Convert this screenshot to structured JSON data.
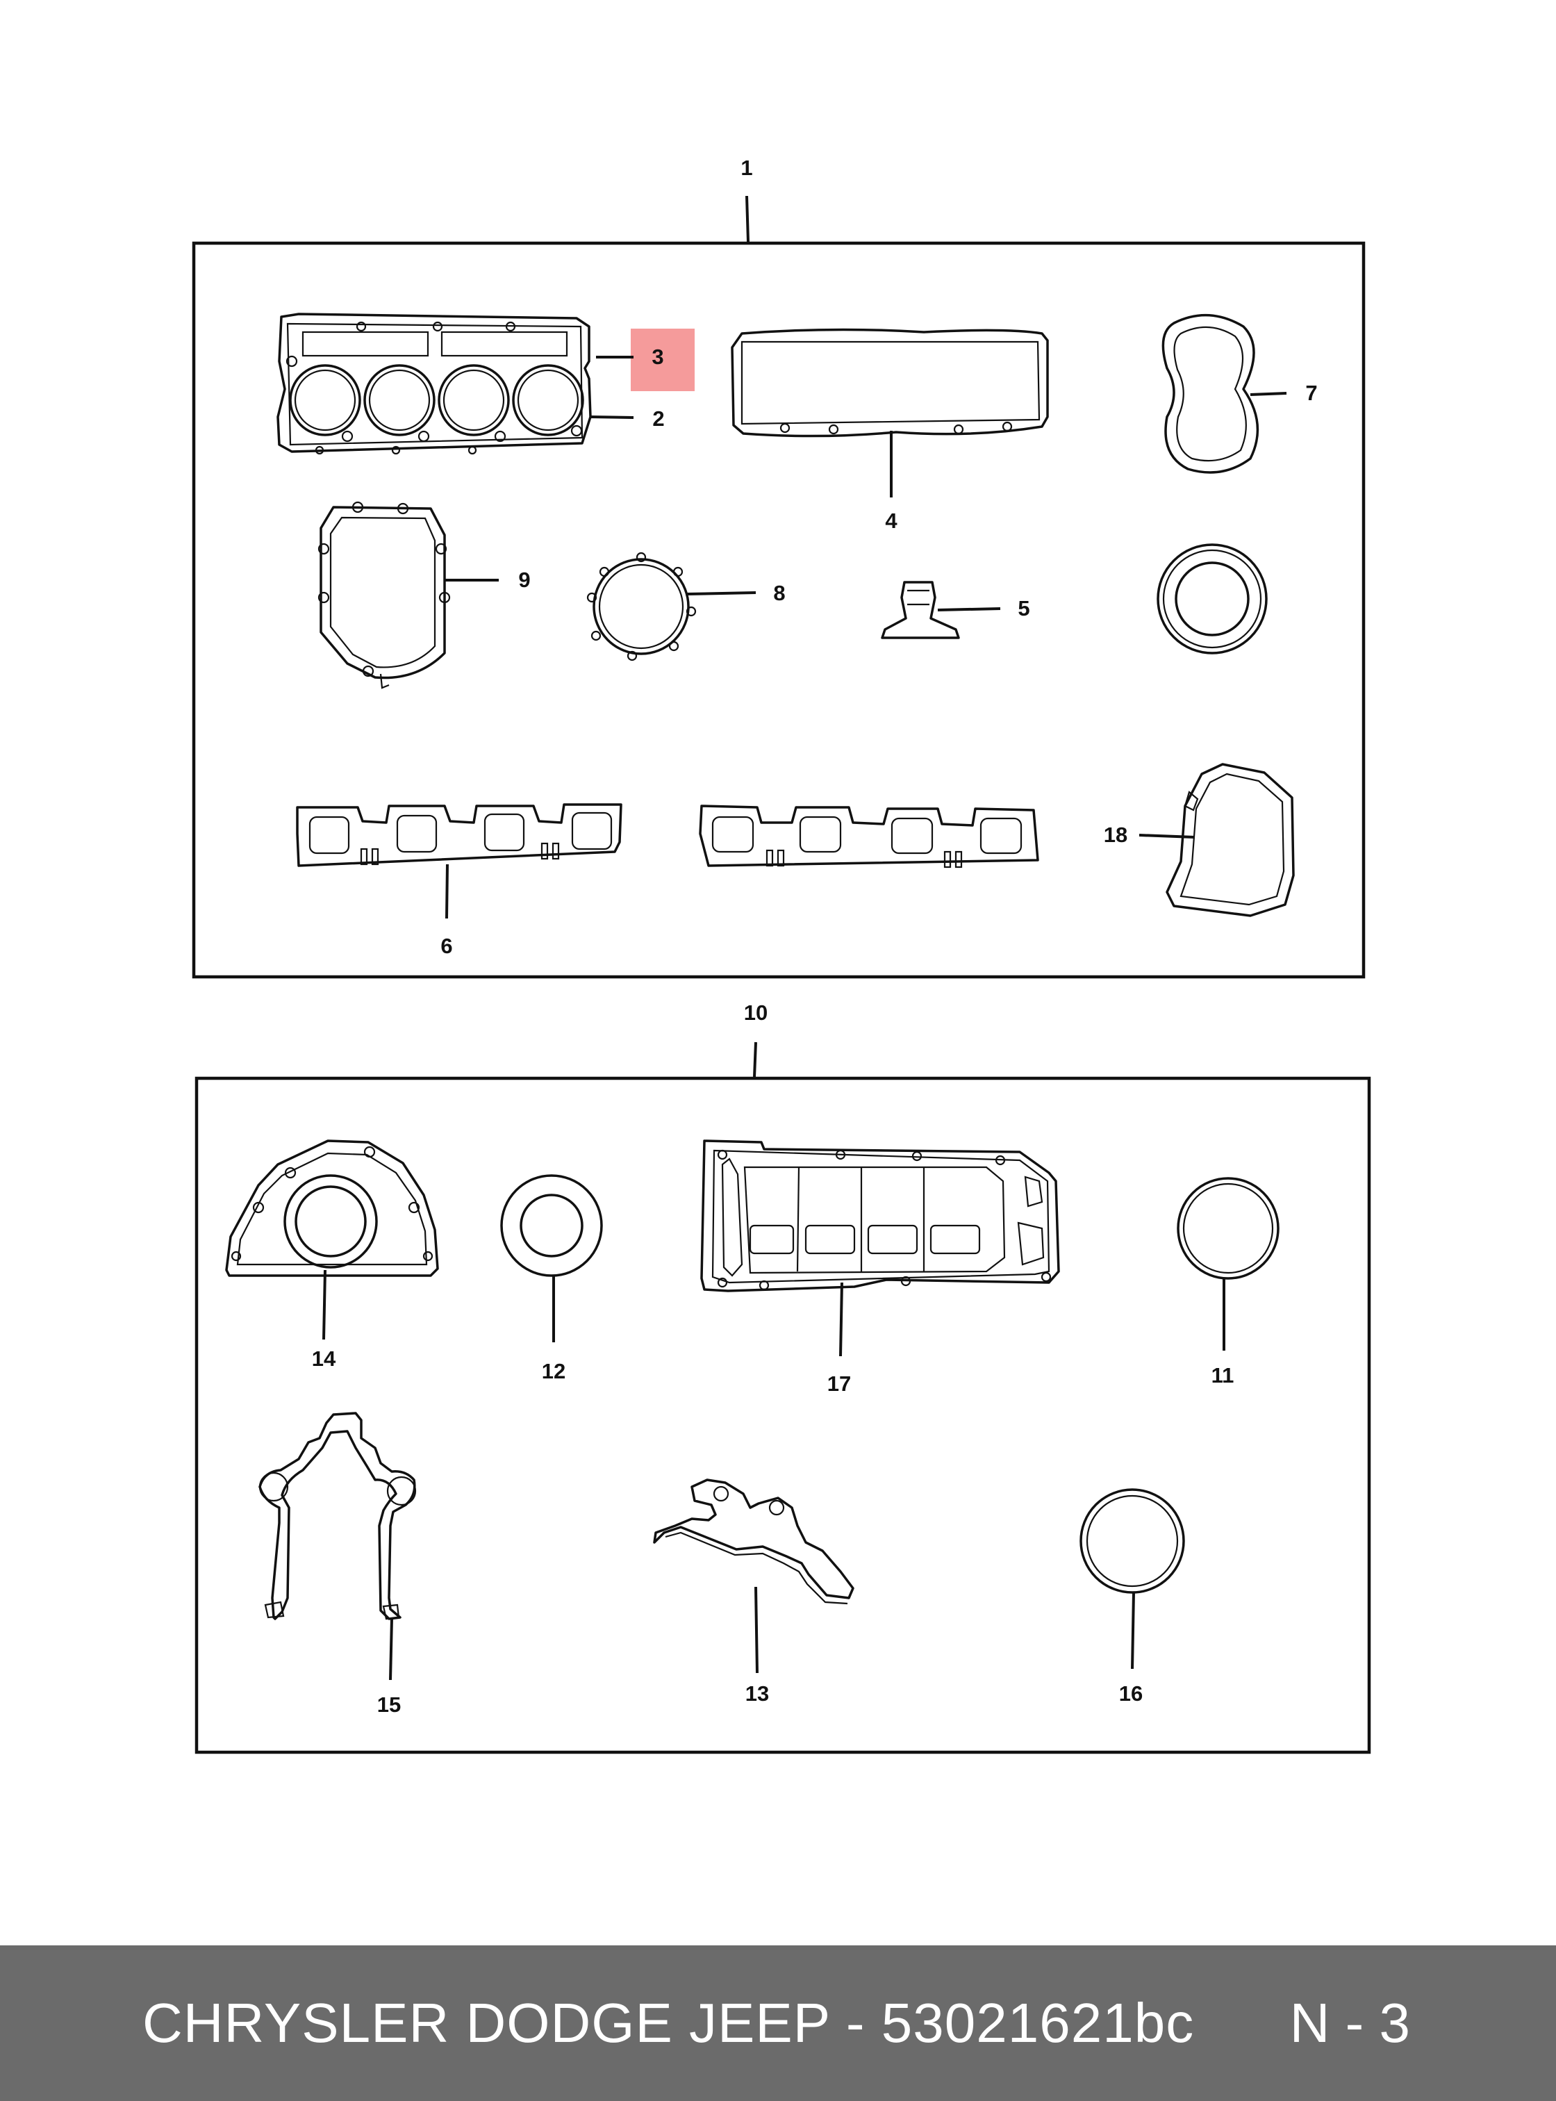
{
  "highlight_color": "#f59b9b",
  "callouts": {
    "c1": "1",
    "c2": "2",
    "c3": "3",
    "c4": "4",
    "c5": "5",
    "c6": "6",
    "c7": "7",
    "c8": "8",
    "c9": "9",
    "c10": "10",
    "c11": "11",
    "c12": "12",
    "c13": "13",
    "c14": "14",
    "c15": "15",
    "c16": "16",
    "c17": "17",
    "c18": "18"
  },
  "footer": {
    "title": "CHRYSLER DODGE JEEP - 53021621bc",
    "page": "N - 3"
  }
}
